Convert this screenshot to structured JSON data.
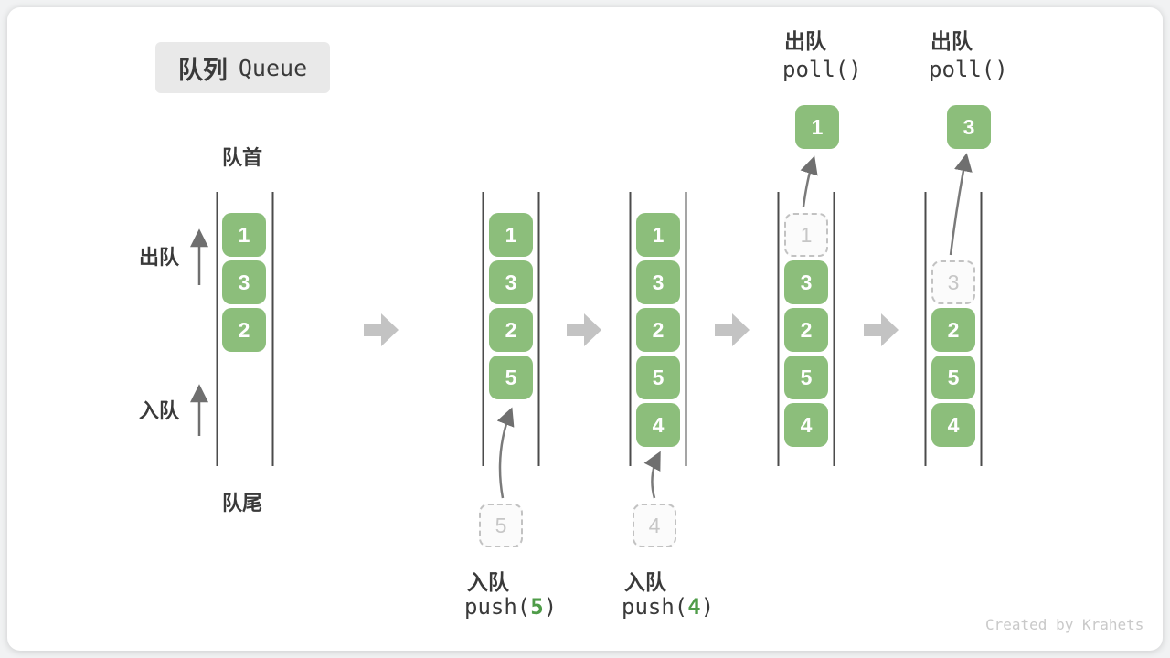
{
  "diagram": {
    "title": {
      "zh": "队列",
      "en": "Queue"
    },
    "labels": {
      "front": "队首",
      "rear": "队尾",
      "dequeue": "出队",
      "enqueue": "入队"
    },
    "watermark": "Created by Krahets",
    "colors": {
      "item_green": "#8CBE7B",
      "code_accent_green": "#4F9C49",
      "flow_arrow_gray": "#C3C3C3",
      "badge_bg": "#E9E9E9",
      "container_line": "#4B4B4B",
      "dashed_gray": "#C2C2C2"
    },
    "states": [
      {
        "name": "initial",
        "items": [
          "1",
          "3",
          "2"
        ]
      },
      {
        "name": "after-push-5",
        "items": [
          "1",
          "3",
          "2",
          "5"
        ],
        "pending": "5",
        "op": {
          "zh": "入队",
          "fn": "push(",
          "arg": "5",
          "close": ")"
        }
      },
      {
        "name": "after-push-4",
        "items": [
          "1",
          "3",
          "2",
          "5",
          "4"
        ],
        "pending": "4",
        "op": {
          "zh": "入队",
          "fn": "push(",
          "arg": "4",
          "close": ")"
        }
      },
      {
        "name": "poll-1",
        "dashed": "1",
        "items": [
          "3",
          "2",
          "5",
          "4"
        ],
        "polled": "1",
        "op": {
          "zh": "出队",
          "code": "poll()"
        }
      },
      {
        "name": "poll-3",
        "dashed": "3",
        "items": [
          "2",
          "5",
          "4"
        ],
        "polled": "3",
        "op": {
          "zh": "出队",
          "code": "poll()"
        }
      }
    ]
  }
}
